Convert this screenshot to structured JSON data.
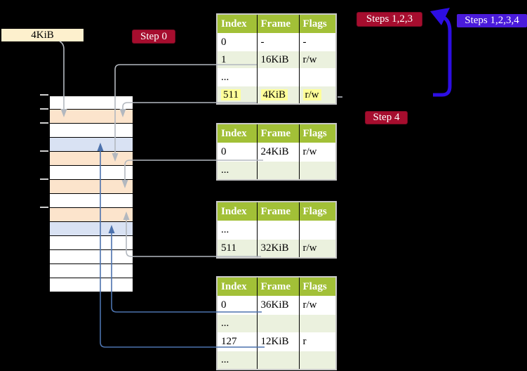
{
  "colors": {
    "background": "#000000",
    "table_header_green": "#a2c037",
    "table_row_green": "#ebf1de",
    "highlight_yellow": "#ffff99",
    "memory_peach": "#fce4cc",
    "memory_blue": "#d9e2f3",
    "gray_arrow": "#b3b8bf",
    "blue_arrow": "#4c72ad",
    "big_arrow_blue": "#2d0ee4",
    "step_red": "#a60d2e",
    "steps_blue_label": "#4a1bdc",
    "page_label_bg": "#fdf0cd"
  },
  "labels": {
    "page_size": "4KiB",
    "step0": "Step 0",
    "steps123": "Steps 1,2,3",
    "steps1234": "Steps 1,2,3,4",
    "step4": "Step 4"
  },
  "tables": [
    {
      "header": [
        "Index",
        "Frame",
        "Flags"
      ],
      "rows": [
        {
          "cells": [
            "0",
            "-",
            "-"
          ]
        },
        {
          "cells": [
            "1",
            "16KiB",
            "r/w"
          ]
        },
        {
          "cells": [
            "...",
            "",
            ""
          ]
        },
        {
          "cells": [
            "511",
            "4KiB",
            "r/w"
          ],
          "highlighted": true
        }
      ]
    },
    {
      "header": [
        "Index",
        "Frame",
        "Flags"
      ],
      "rows": [
        {
          "cells": [
            "0",
            "24KiB",
            "r/w"
          ]
        },
        {
          "cells": [
            "...",
            "",
            ""
          ]
        }
      ]
    },
    {
      "header": [
        "Index",
        "Frame",
        "Flags"
      ],
      "rows": [
        {
          "cells": [
            "...",
            "",
            ""
          ]
        },
        {
          "cells": [
            "511",
            "32KiB",
            "r/w"
          ]
        }
      ]
    },
    {
      "header": [
        "Index",
        "Frame",
        "Flags"
      ],
      "rows": [
        {
          "cells": [
            "0",
            "36KiB",
            "r/w"
          ]
        },
        {
          "cells": [
            "...",
            "",
            ""
          ]
        },
        {
          "cells": [
            "127",
            "12KiB",
            "r"
          ]
        },
        {
          "cells": [
            "...",
            "",
            ""
          ]
        }
      ]
    }
  ],
  "memory": {
    "rows": [
      "white",
      "peach",
      "white",
      "blue",
      "peach",
      "white",
      "peach",
      "white",
      "peach",
      "blue",
      "white",
      "white",
      "white",
      "white"
    ]
  }
}
